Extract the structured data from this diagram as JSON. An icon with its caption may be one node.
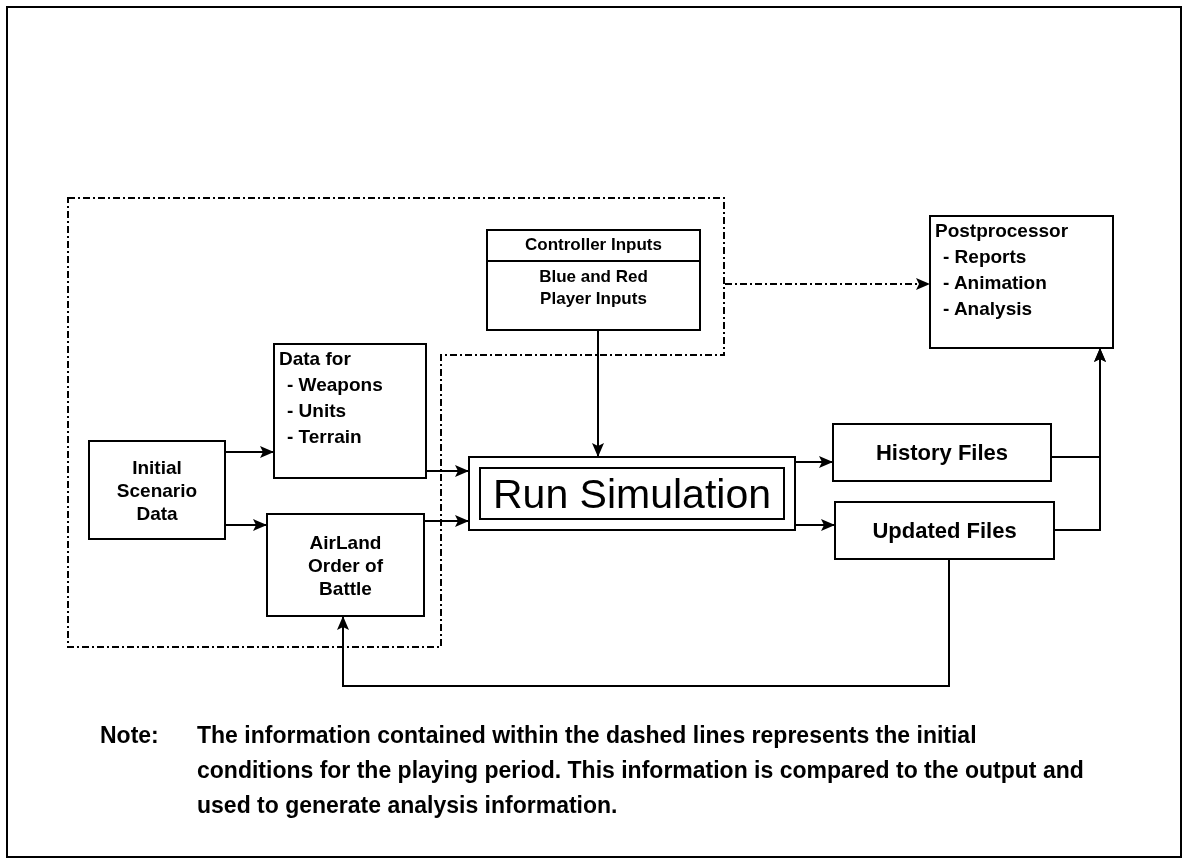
{
  "diagram": {
    "nodes": [
      {
        "text": [],
        "shape": "box"
      },
      {
        "text": [
          "Controller Inputs",
          "Blue and Red Player Inputs"
        ],
        "in": 0
      },
      {
        "text": [
          "Postprocessor",
          "- Reports",
          "- Animation",
          "- Analysis"
        ]
      },
      {
        "text": [
          "Data for",
          "- Weapons",
          "- Units",
          "- Terrain"
        ],
        "in": 0
      },
      {
        "text": [
          "Initial Scenario Data"
        ],
        "in": 0
      },
      {
        "text": [
          "AirLand Order of Battle"
        ],
        "in": 0
      },
      {
        "text": [
          "Run Simulation"
        ]
      },
      {
        "text": [
          "History Files"
        ]
      },
      {
        "text": [
          "Updated Files"
        ]
      }
    ],
    "edges": [
      {
        "from": 4,
        "to": 3,
        "arrow": "to"
      },
      {
        "from": 4,
        "to": 5,
        "arrow": "to"
      },
      {
        "from": 3,
        "to": 6,
        "arrow": "to"
      },
      {
        "from": 5,
        "to": 6,
        "arrow": "to"
      },
      {
        "from": 1,
        "to": 6,
        "arrow": "to"
      },
      {
        "from": 6,
        "to": 7,
        "arrow": "to"
      },
      {
        "from": 6,
        "to": 8,
        "arrow": "to"
      },
      {
        "from": 7,
        "to": 2,
        "arrow": "to"
      },
      {
        "from": 8,
        "to": 2,
        "arrow": "to"
      },
      {
        "from": 8,
        "to": 5,
        "arrow": "to"
      },
      {
        "from": 0,
        "to": 2,
        "arrow": "to",
        "style": "dashed"
      }
    ],
    "labels": [
      "Note:",
      "The information contained within the dashed lines represents the initial conditions for the playing period.  This information is compared to the output and used to generate analysis information."
    ]
  }
}
